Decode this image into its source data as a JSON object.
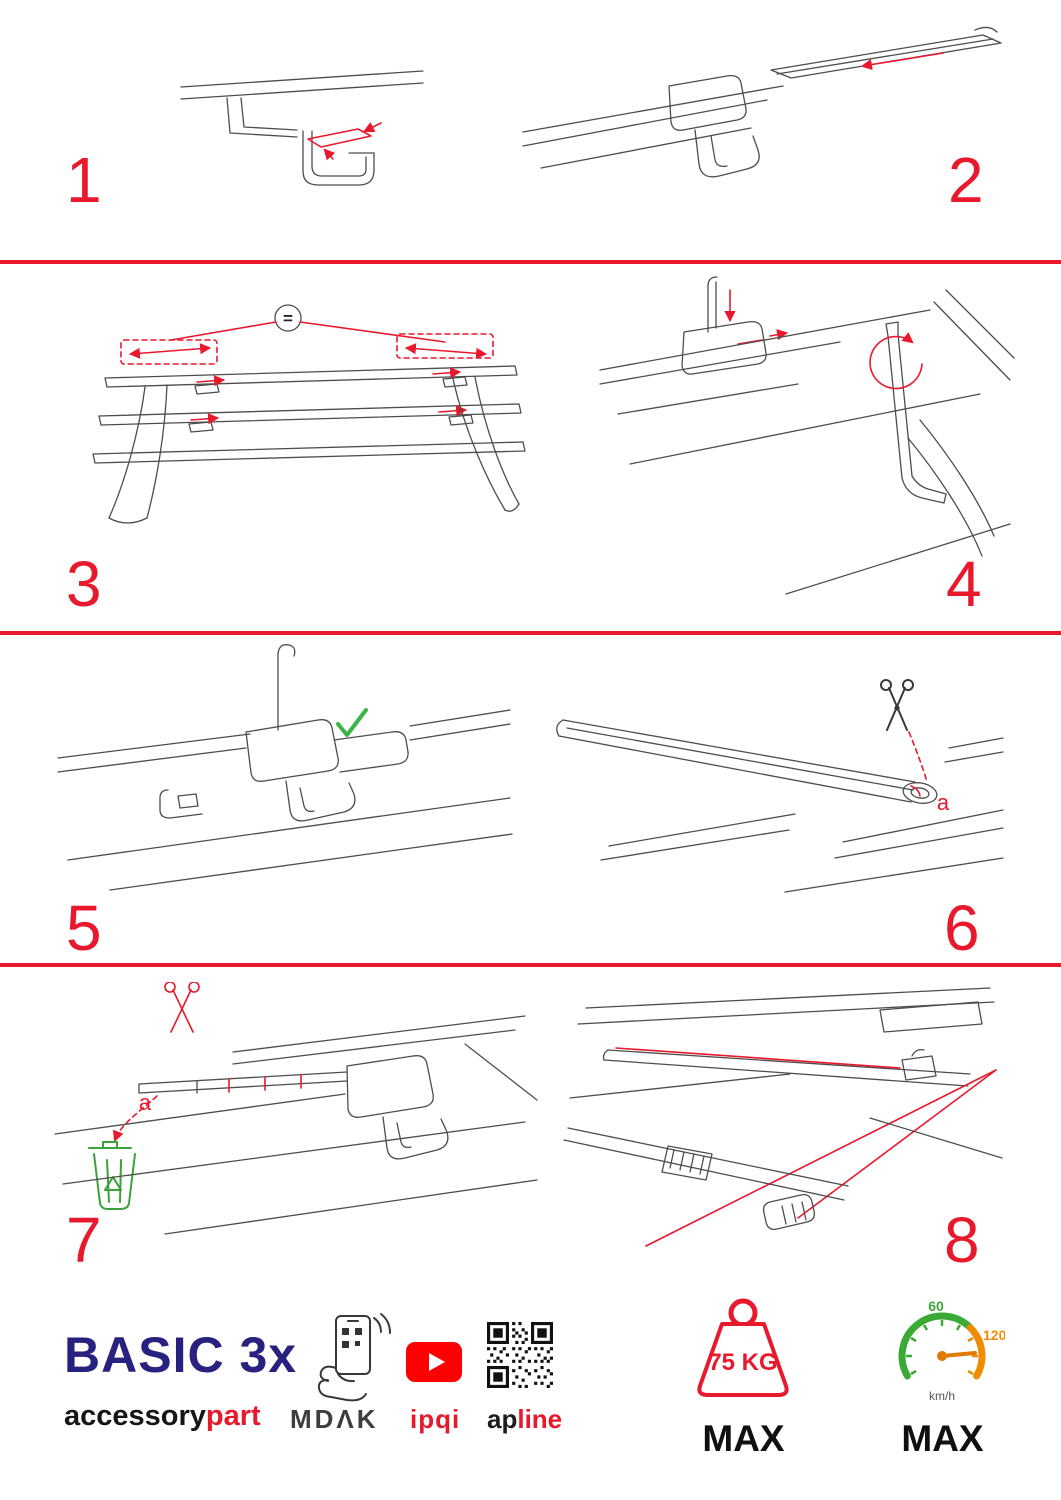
{
  "steps": [
    {
      "number": "1"
    },
    {
      "number": "2"
    },
    {
      "number": "3",
      "equal_label": "="
    },
    {
      "number": "4"
    },
    {
      "number": "5"
    },
    {
      "number": "6",
      "detail_label": "a"
    },
    {
      "number": "7",
      "detail_label": "a"
    },
    {
      "number": "8"
    }
  ],
  "footer": {
    "product_name": "BASIC 3x",
    "brand": {
      "part1": "accessory",
      "part2": "part"
    },
    "partner_mdak": "MDΛK",
    "partner_ipqi": "ipqi",
    "partner_apline": {
      "part1": "ap",
      "part2": "line"
    },
    "weight": {
      "value": "75 KG",
      "max_label": "MAX"
    },
    "speed": {
      "tick_low": "60",
      "tick_high": "120",
      "unit": "km/h",
      "max_label": "MAX"
    }
  },
  "icons": {
    "phone_scan": "phone-qr-scan-icon",
    "video": "youtube-play-icon",
    "qr": "qr-code",
    "weight": "weight-limit-icon",
    "speed": "speedometer-icon",
    "scissors": "scissors-icon",
    "check": "checkmark-icon",
    "trash": "recycle-bin-icon"
  },
  "colors": {
    "accent_red": "#e8192c",
    "brand_blue": "#29217f",
    "line_gray": "#4d4d4d",
    "green": "#3bb54a",
    "orange": "#f08c00",
    "youtube_red": "#ff0000"
  }
}
